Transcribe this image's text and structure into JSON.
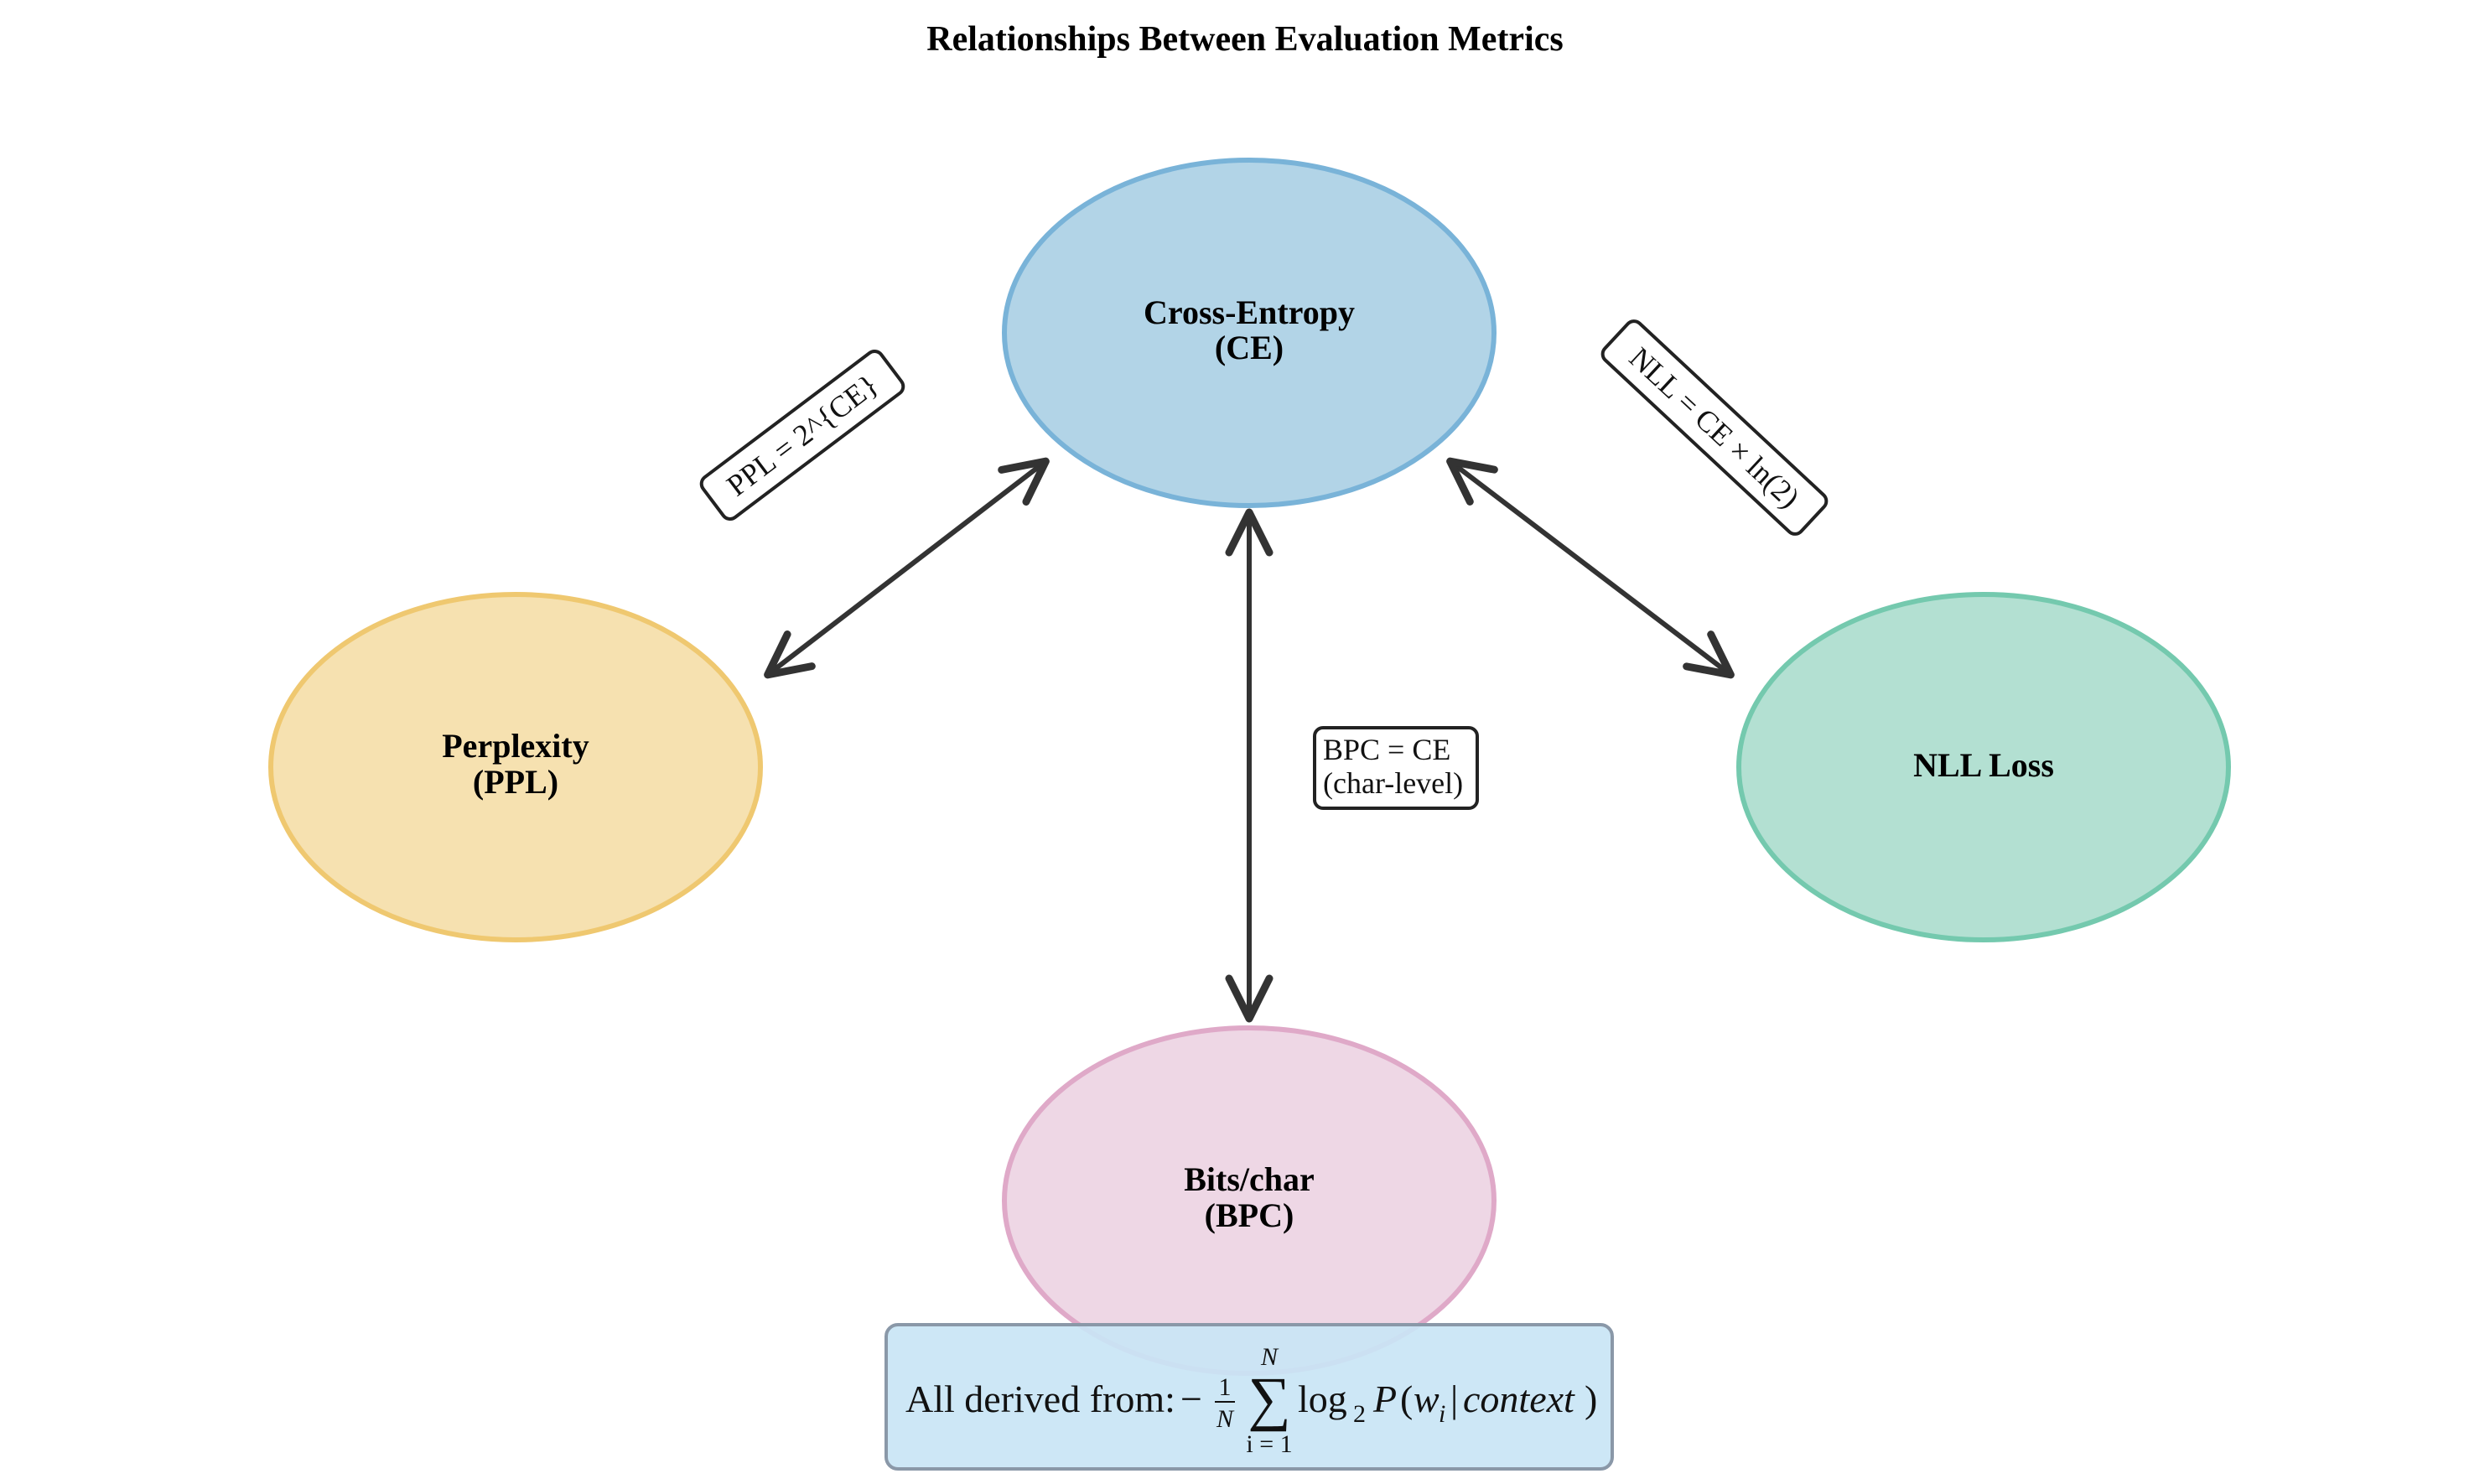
{
  "title": "Relationships Between Evaluation Metrics",
  "nodes": {
    "ce": {
      "line1": "Cross-Entropy",
      "line2": "(CE)",
      "fill": "#b2d4e7",
      "stroke": "#79b3d8"
    },
    "ppl": {
      "line1": "Perplexity",
      "line2": "(PPL)",
      "fill": "#f6e1b0",
      "stroke": "#efc870"
    },
    "nll": {
      "line1": "NLL Loss",
      "fill": "#b3e0d2",
      "stroke": "#74c9ae"
    },
    "bpc": {
      "line1": "Bits/char",
      "line2": "(BPC)",
      "fill": "#eed7e5",
      "stroke": "#dfa9c8"
    }
  },
  "edges": {
    "ce_ppl": "PPL = 2^{CE}",
    "ce_nll": "NLL = CE × ln(2)",
    "ce_bpc": {
      "line1": "BPC = CE",
      "line2": "(char-level)"
    }
  },
  "footer": {
    "prefix": "All derived from:",
    "minus": "−",
    "frac_num": "1",
    "frac_den": "N",
    "sum": "∑",
    "sum_top": "N",
    "sum_bottom": "i = 1",
    "log": "log",
    "log_base": "2",
    "p": "P",
    "open": "(",
    "w": "w",
    "w_sub": "i",
    "bar": "|",
    "context": "context",
    "close": ")",
    "fill": "#c9e5f5",
    "stroke": "#8a98a8"
  }
}
